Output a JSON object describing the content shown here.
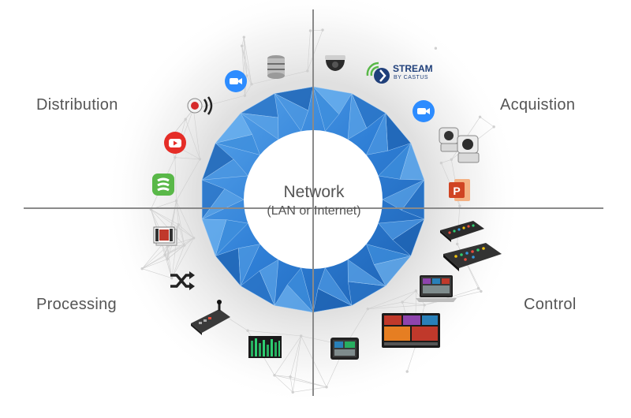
{
  "diagram": {
    "center": {
      "title": "Network",
      "subtitle": "(LAN or Internet)"
    },
    "quadrants": {
      "distribution": "Distribution",
      "acquisition": "Acquistion",
      "processing": "Processing",
      "control": "Control"
    },
    "stream_logo": {
      "line1": "STREAM",
      "line2": "BY CASTUS"
    },
    "icons": {
      "distribution": [
        "database-icon",
        "zoom-icon",
        "broadcast-speaker-icon",
        "youtube-icon",
        "stream-app-icon"
      ],
      "acquisition": [
        "dome-camera-icon",
        "stream-by-castus-logo",
        "zoom-icon",
        "ptz-camera-icon",
        "powerpoint-icon"
      ],
      "processing": [
        "film-strip-icon",
        "shuffle-icon",
        "ptz-controller-icon",
        "audio-meter-icon"
      ],
      "control": [
        "video-switcher-icon",
        "mixer-panel-icon",
        "laptop-icon",
        "multiview-monitor-icon",
        "tablet-icon"
      ]
    },
    "colors": {
      "ring": "#2f7fd6",
      "axis": "#8a8a8a",
      "label": "#555555",
      "zoom": "#2d8cff",
      "youtube": "#e52d27",
      "powerpoint": "#d04423",
      "stream_green": "#59b848"
    }
  }
}
